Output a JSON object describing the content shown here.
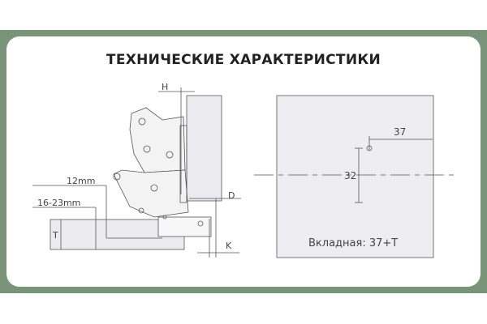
{
  "title": "ТЕХНИЧЕСКИЕ ХАРАКТЕРИСТИКИ",
  "side_view": {
    "label_h": "H",
    "label_d": "D",
    "label_k": "K",
    "label_t": "T",
    "label_12mm": "12mm",
    "label_16_23mm": "16-23mm"
  },
  "front_view": {
    "dim_37": "37",
    "dim_32": "32",
    "caption": "Вкладная: 37+Т"
  },
  "colors": {
    "frame": "#7a9479",
    "panel": "#eeeef2",
    "line": "#555555"
  }
}
